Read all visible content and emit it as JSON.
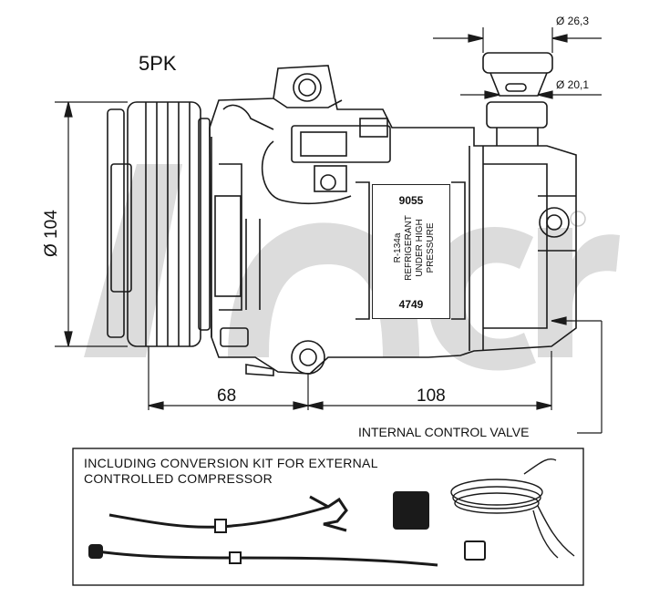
{
  "labels": {
    "pulley_grooves": "5PK",
    "pulley_diameter": "Ø 104",
    "fitting_outer_diameter": "Ø 26,3",
    "fitting_inner_diameter": "Ø 20,1",
    "dim_left": "68",
    "dim_right": "108",
    "valve_callout": "INTERNAL CONTROL VALVE"
  },
  "plate": {
    "code_top": "9055",
    "code_bottom": "4749",
    "warning_lines": [
      "R-134a",
      "REFRIGERANT",
      "UNDER HIGH",
      "PRESSURE"
    ]
  },
  "kit": {
    "title_line1": "INCLUDING CONVERSION KIT FOR EXTERNAL",
    "title_line2": "CONTROLLED COMPRESSOR"
  },
  "colors": {
    "line": "#1a1a1a",
    "watermark": "#d9d9d9"
  }
}
